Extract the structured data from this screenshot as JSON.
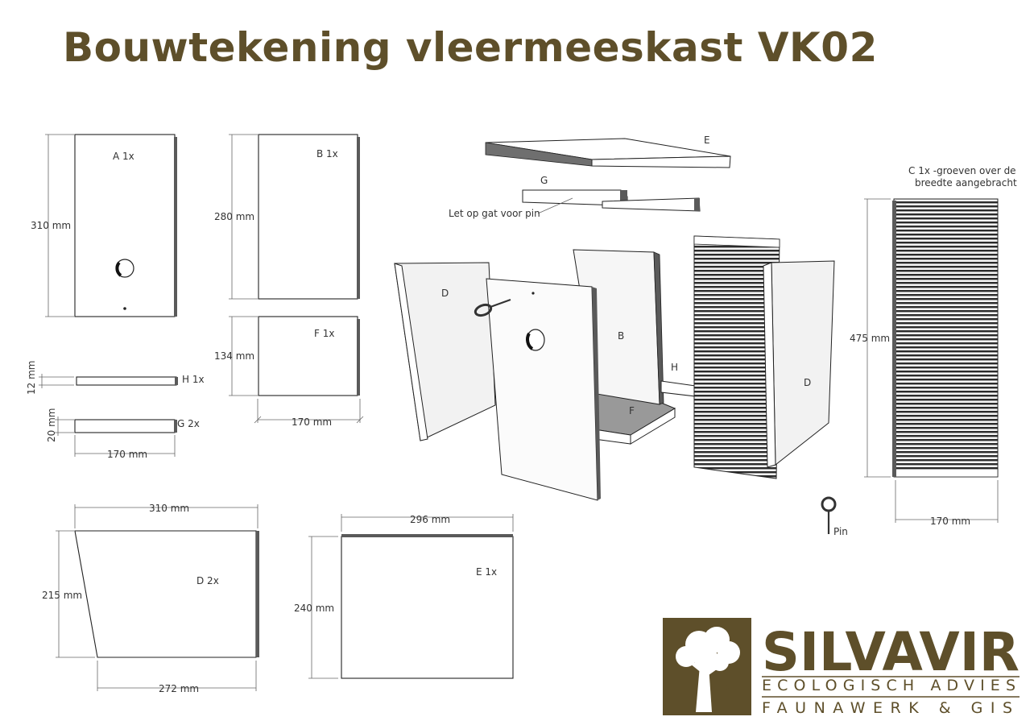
{
  "title": "Bouwtekening vleermeeskast VK02",
  "parts": {
    "A": "A 1x",
    "B": "B 1x",
    "F": "F 1x",
    "H": "H 1x",
    "G": "G 2x",
    "D": "D 2x",
    "E": "E 1x"
  },
  "dimensions": {
    "a_height": "310 mm",
    "b_height": "280 mm",
    "f_height": "134 mm",
    "bf_width": "170 mm",
    "h_thickness": "12 mm",
    "g_thickness": "20 mm",
    "hg_width": "170 mm",
    "d_top": "310 mm",
    "d_height": "215 mm",
    "d_bottom": "272 mm",
    "e_width": "296 mm",
    "e_height": "240 mm",
    "c_height": "475 mm",
    "c_width": "170 mm"
  },
  "assembly": {
    "E": "E",
    "G": "G",
    "hole_note": "Let op gat voor pin",
    "D_left": "D",
    "B": "B",
    "H": "H",
    "F": "F",
    "D_right": "D"
  },
  "c_note_line1": "C 1x -groeven over de",
  "c_note_line2": "breedte aangebracht",
  "pin_label": "Pin",
  "logo": {
    "name": "SILVAVIR",
    "sub1": "ECOLOGISCH ADVIES",
    "sub2": "FAUNAWERK & GIS"
  },
  "colors": {
    "brand": "#5e4f2a",
    "panel_edge": "#5a5a5a",
    "grooves": "#2b2b2b"
  }
}
